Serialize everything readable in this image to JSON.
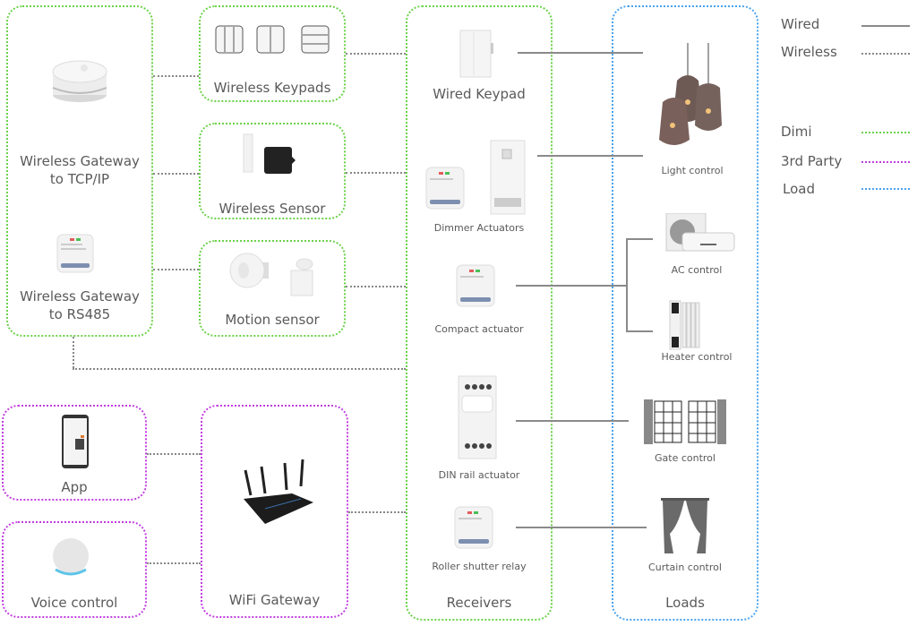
{
  "legend": {
    "connections": [
      {
        "label": "Wired",
        "style": "solid",
        "color": "#8a8a8a"
      },
      {
        "label": "Wireless",
        "style": "dotted",
        "color": "#888888"
      }
    ],
    "categories": [
      {
        "label": "Dimi",
        "color": "#6cd24a"
      },
      {
        "label": "3rd Party",
        "color": "#c13ee0"
      },
      {
        "label": "Load",
        "color": "#4aa3ef"
      }
    ]
  },
  "gateways": {
    "tcp": {
      "line1": "Wireless Gateway",
      "line2": "to TCP/IP"
    },
    "rs485": {
      "line1": "Wireless Gateway",
      "line2": "to RS485"
    }
  },
  "inputs": {
    "keypads": "Wireless Keypads",
    "sensor": "Wireless Sensor",
    "motion": "Motion sensor"
  },
  "third_party": {
    "app": "App",
    "voice": "Voice control",
    "wifi": "WiFi Gateway"
  },
  "receivers": {
    "title": "Receivers",
    "items": [
      "Wired Keypad",
      "Dimmer Actuators",
      "Compact actuator",
      "DIN rail actuator",
      "Roller shutter relay"
    ]
  },
  "loads": {
    "title": "Loads",
    "items": [
      "Light control",
      "AC control",
      "Heater control",
      "Gate control",
      "Curtain control"
    ]
  },
  "colors": {
    "dimi": "#6cd24a",
    "third_party": "#c13ee0",
    "load": "#4aa3ef",
    "wired": "#8a8a8a"
  }
}
